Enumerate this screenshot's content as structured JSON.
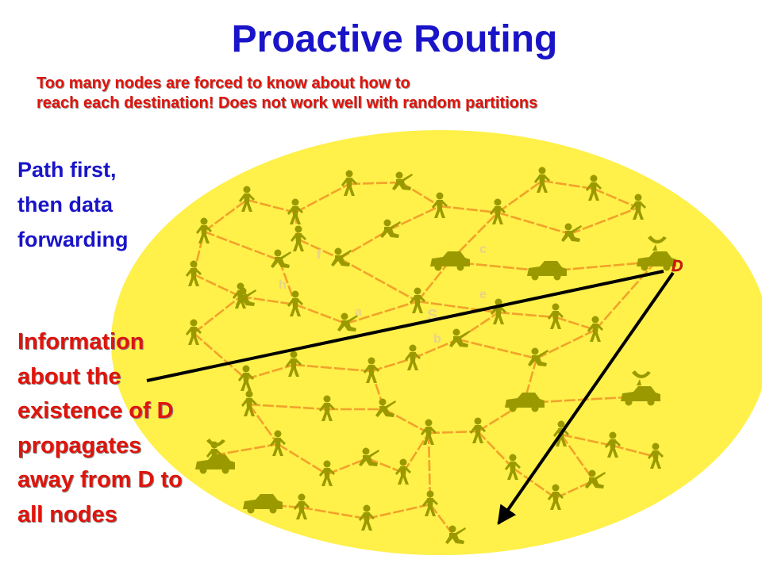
{
  "title": "Proactive Routing",
  "warning": {
    "line1": "Too many nodes are forced to know about how to",
    "line2": "reach each destination! Does not work well with random partitions"
  },
  "path_note": [
    "Path first,",
    "then data",
    "forwarding"
  ],
  "info_note": [
    "Information",
    "about  the",
    "existence of D",
    "propagates",
    "away from D to",
    "all nodes"
  ],
  "node_labels": {
    "d": "D",
    "s": "S",
    "a": "a",
    "b": "b",
    "c": "c",
    "e": "e",
    "f": "f",
    "h": "h"
  },
  "colors": {
    "title": "#1a14c8",
    "alert": "#e0140c",
    "field": "#fff04a",
    "link": "#f2a22a",
    "soldier": "#9a9a00"
  }
}
